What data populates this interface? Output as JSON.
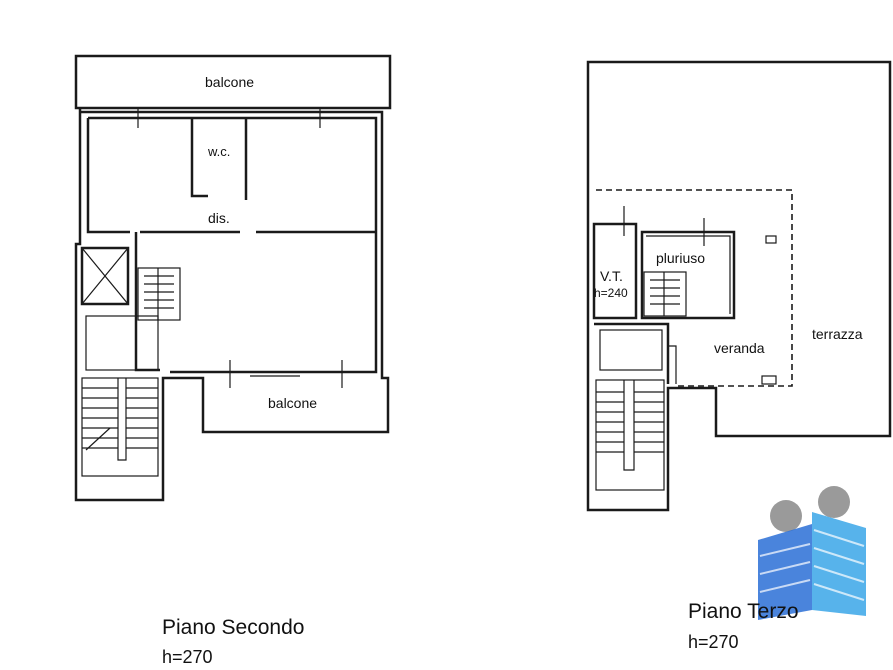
{
  "floor_left": {
    "rooms": {
      "balcone_top": "balcone",
      "wc": "w.c.",
      "dis": "dis.",
      "balcone_bottom": "balcone"
    },
    "caption_title": "Piano Secondo",
    "caption_height": "h=270"
  },
  "floor_right": {
    "rooms": {
      "vt": "V.T.",
      "vt_height": "h=240",
      "pluriuso": "pluriuso",
      "veranda": "veranda",
      "terrazza": "terrazza"
    },
    "caption_title": "Piano Terzo",
    "caption_height": "h=270"
  },
  "logo": {
    "name": "agency-logo-people-icon",
    "colors": {
      "left_panel": "#2a6fd6",
      "right_panel": "#3aa6e8",
      "head": "#9a9a9a"
    }
  }
}
